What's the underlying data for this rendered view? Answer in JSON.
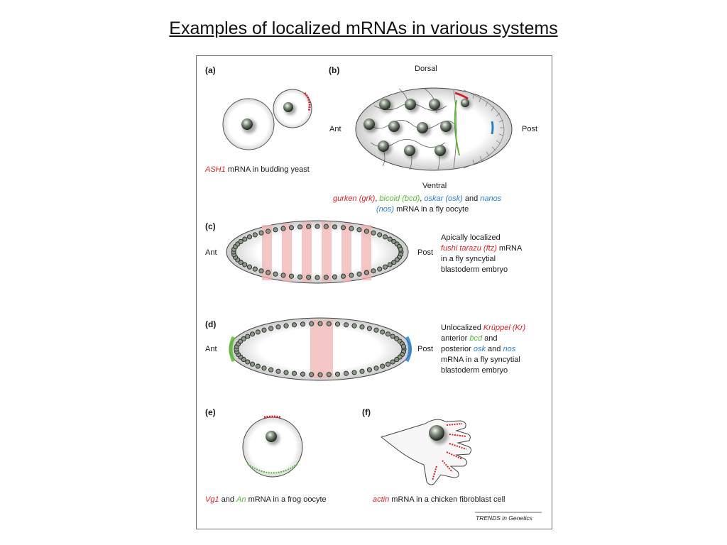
{
  "title": "Examples of localized mRNAs in various systems",
  "colors": {
    "red": "#d2232a",
    "green": "#5bb83a",
    "blue": "#2a7fc9",
    "frame": "#6a6a6a"
  },
  "panels": {
    "a": {
      "label": "(a)",
      "caption_gene": "ASH1",
      "caption_rest": " mRNA in budding yeast"
    },
    "b": {
      "label": "(b)",
      "dorsal": "Dorsal",
      "ventral": "Ventral",
      "ant": "Ant",
      "post": "Post",
      "cap_grk": "gurken (grk)",
      "cap_sep1": ", ",
      "cap_bcd": "bicoid (bcd)",
      "cap_sep2": ", ",
      "cap_osk": "oskar (osk)",
      "cap_and": " and ",
      "cap_nanos": "nanos",
      "cap_nos": "(nos)",
      "cap_rest": " mRNA in a fly oocyte"
    },
    "c": {
      "label": "(c)",
      "ant": "Ant",
      "post": "Post",
      "line1": "Apically localized",
      "line2_gene": "fushi tarazu (ftz)",
      "line2_rest": " mRNA",
      "line3": "in a fly syncytial",
      "line4": "blastoderm embryo"
    },
    "d": {
      "label": "(d)",
      "ant": "Ant",
      "post": "Post",
      "line1_a": "Unlocalized ",
      "line1_gene": "Krüppel (Kr)",
      "line2_a": "anterior ",
      "line2_gene": "bcd",
      "line2_b": " and",
      "line3_a": "posterior ",
      "line3_gene": "osk",
      "line3_b": " and ",
      "line3_gene2": "nos",
      "line4": "mRNA in a fly syncytial",
      "line5": "blastoderm embryo"
    },
    "e": {
      "label": "(e)",
      "cap_vg1": "Vg1",
      "cap_and": " and ",
      "cap_an": "An",
      "cap_rest": " mRNA in a frog oocyte"
    },
    "f": {
      "label": "(f)",
      "cap_gene": "actin",
      "cap_rest": " mRNA in a chicken fibroblast cell"
    }
  },
  "credit": "TRENDS in Genetics"
}
